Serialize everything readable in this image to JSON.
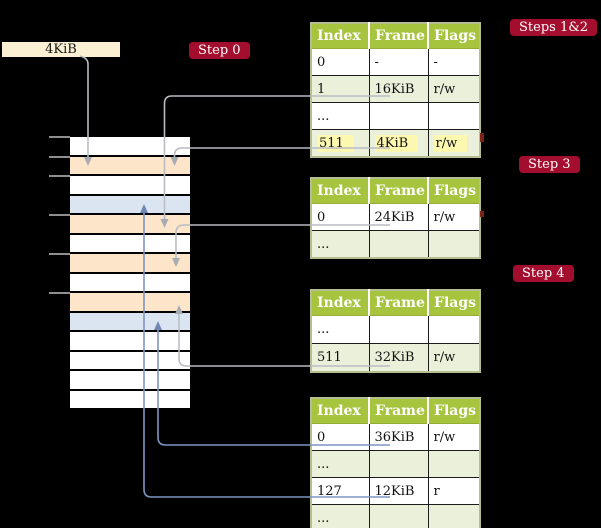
{
  "labels": {
    "page_size_box": "4KiB"
  },
  "steps": [
    {
      "id": "step-0",
      "label": "Step 0"
    },
    {
      "id": "steps-1-2",
      "label": "Steps 1&2"
    },
    {
      "id": "step-3",
      "label": "Step 3"
    },
    {
      "id": "step-4",
      "label": "Step 4"
    }
  ],
  "memory_strip": {
    "rows": [
      "white",
      "orange",
      "white",
      "blue",
      "orange",
      "white",
      "orange",
      "white",
      "orange",
      "blue",
      "white",
      "white",
      "white",
      "white"
    ]
  },
  "tables": [
    {
      "id": "page-table-steps-1-2",
      "headers": [
        "Index",
        "Frame",
        "Flags"
      ],
      "rows": [
        {
          "cells": [
            "0",
            "-",
            "-"
          ],
          "highlight": false
        },
        {
          "cells": [
            "1",
            "16KiB",
            "r/w"
          ],
          "highlight": false
        },
        {
          "cells": [
            "...",
            "",
            ""
          ],
          "highlight": false
        },
        {
          "cells": [
            "511",
            "4KiB",
            "r/w"
          ],
          "highlight": true
        }
      ]
    },
    {
      "id": "page-table-step-3",
      "headers": [
        "Index",
        "Frame",
        "Flags"
      ],
      "rows": [
        {
          "cells": [
            "0",
            "24KiB",
            "r/w"
          ],
          "highlight": false
        },
        {
          "cells": [
            "...",
            "",
            ""
          ],
          "highlight": false
        }
      ]
    },
    {
      "id": "page-table-step-4-upper",
      "headers": [
        "Index",
        "Frame",
        "Flags"
      ],
      "rows": [
        {
          "cells": [
            "...",
            "",
            ""
          ],
          "highlight": false
        },
        {
          "cells": [
            "511",
            "32KiB",
            "r/w"
          ],
          "highlight": false
        }
      ]
    },
    {
      "id": "page-table-step-4-lower",
      "headers": [
        "Index",
        "Frame",
        "Flags"
      ],
      "rows": [
        {
          "cells": [
            "0",
            "36KiB",
            "r/w"
          ],
          "highlight": false
        },
        {
          "cells": [
            "...",
            "",
            ""
          ],
          "highlight": false
        },
        {
          "cells": [
            "127",
            "12KiB",
            "r"
          ],
          "highlight": false
        },
        {
          "cells": [
            "...",
            "",
            ""
          ],
          "highlight": false
        }
      ]
    }
  ],
  "colors": {
    "badge_red": "#a30e2e",
    "table_header_green": "#a6c43e",
    "table_row_green": "#eaf0da",
    "strip_orange": "#fce5c9",
    "strip_blue": "#dbe5f2",
    "highlight_yellow": "#fcf8b0",
    "connector_gray": "#b9bcc3",
    "connector_blue": "#7e95c3",
    "page_box_cream": "#fbf0d3"
  }
}
